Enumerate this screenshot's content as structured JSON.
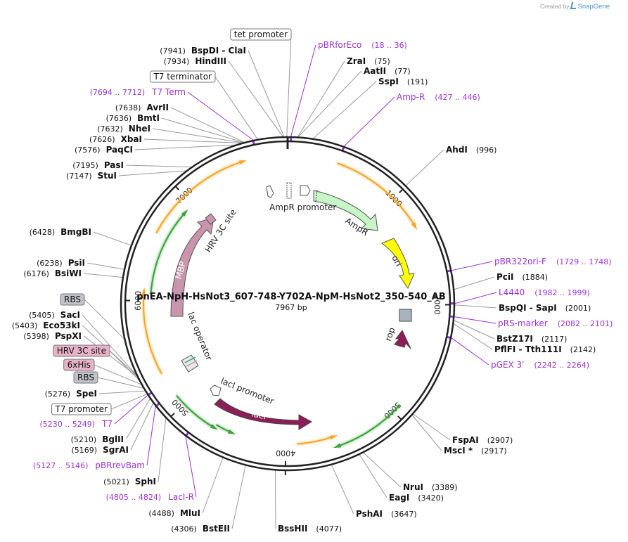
{
  "branding": {
    "created_by": "Created by",
    "app_name": "SnapGene"
  },
  "plasmid": {
    "name": "pnEA-NpH-HsNot3_607-748-Y702A-NpM-HsNot2_350-540_AB",
    "size_label": "7967 bp",
    "length": 7967
  },
  "colors": {
    "purple": "#9b30d9",
    "backbone": "#222222",
    "leader": "#888888",
    "ampr": "#c8f5c8",
    "ori": "#ffff00",
    "laci": "#8b1e57",
    "mbp": "#c994ad",
    "rop": "#8b1e57",
    "orange_primer": "#f5a623",
    "green_primer": "#3aa33a"
  },
  "tick_labels": [
    "1000",
    "2000",
    "3000",
    "4000",
    "5000",
    "6000",
    "7000"
  ],
  "enzymes": [
    {
      "name": "ZraI",
      "pos": "(75)"
    },
    {
      "name": "AatII",
      "pos": "(77)"
    },
    {
      "name": "SspI",
      "pos": "(191)"
    },
    {
      "name": "AhdI",
      "pos": "(996)"
    },
    {
      "name": "PciI",
      "pos": "(1884)"
    },
    {
      "name": "BspQI",
      "name2": "SapI",
      "pos": "(2001)"
    },
    {
      "name": "BstZ17I",
      "pos": "(2117)"
    },
    {
      "name": "PflFI",
      "name2": "Tth111I",
      "pos": "(2142)"
    },
    {
      "name": "FspAI",
      "pos": "(2907)"
    },
    {
      "name": "MscI",
      "star": "*",
      "pos": "(2917)"
    },
    {
      "name": "NruI",
      "pos": "(3389)"
    },
    {
      "name": "EagI",
      "pos": "(3420)"
    },
    {
      "name": "PshAI",
      "pos": "(3647)"
    },
    {
      "name": "BssHII",
      "pos": "(4077)"
    },
    {
      "name": "BstEII",
      "pos": "(4306)"
    },
    {
      "name": "MluI",
      "pos": "(4488)"
    },
    {
      "name": "SphI",
      "pos": "(5021)"
    },
    {
      "name": "SgrAI",
      "pos": "(5169)"
    },
    {
      "name": "BglII",
      "pos": "(5210)"
    },
    {
      "name": "SpeI",
      "pos": "(5276)"
    },
    {
      "name": "PspXI",
      "pos": "(5398)"
    },
    {
      "name": "Eco53kI",
      "pos": "(5403)"
    },
    {
      "name": "SacI",
      "pos": "(5405)"
    },
    {
      "name": "BsiWI",
      "pos": "(6176)"
    },
    {
      "name": "PsiI",
      "pos": "(6238)"
    },
    {
      "name": "BmgBI",
      "pos": "(6428)"
    },
    {
      "name": "StuI",
      "pos": "(7147)"
    },
    {
      "name": "PasI",
      "pos": "(7195)"
    },
    {
      "name": "PaqCI",
      "pos": "(7576)"
    },
    {
      "name": "XbaI",
      "pos": "(7626)"
    },
    {
      "name": "NheI",
      "pos": "(7632)"
    },
    {
      "name": "BmtI",
      "pos": "(7636)"
    },
    {
      "name": "AvrII",
      "pos": "(7638)"
    },
    {
      "name": "HindIII",
      "pos": "(7934)"
    },
    {
      "name": "BspDI",
      "name2": "ClaI",
      "pos": "(7941)"
    }
  ],
  "primers": [
    {
      "name": "pBRforEco",
      "range": "(18 .. 36)"
    },
    {
      "name": "Amp-R",
      "range": "(427 .. 446)"
    },
    {
      "name": "pBR322ori-F",
      "range": "(1729 .. 1748)"
    },
    {
      "name": "L4440",
      "range": "(1982 .. 1999)"
    },
    {
      "name": "pRS-marker",
      "range": "(2082 .. 2101)"
    },
    {
      "name": "pGEX 3'",
      "range": "(2242 .. 2264)"
    },
    {
      "name": "LacI-R",
      "range": "(4805 .. 4824)"
    },
    {
      "name": "pBRrevBam",
      "range": "(5127 .. 5146)"
    },
    {
      "name": "T7",
      "range": "(5230 .. 5249)"
    },
    {
      "name": "T7 Term",
      "range": "(7694 .. 7712)"
    }
  ],
  "boxed_labels": [
    {
      "name": "tet promoter"
    },
    {
      "name": "T7 terminator"
    },
    {
      "name": "RBS"
    },
    {
      "name": "HRV 3C site"
    },
    {
      "name": "6xHis"
    },
    {
      "name": "RBS"
    },
    {
      "name": "T7 promoter"
    }
  ],
  "inner_features": {
    "ampr_promoter": "AmpR promoter",
    "ampr": "AmpR",
    "ori": "ori",
    "rop": "rop",
    "laci_promoter": "lacI promoter",
    "laci": "lacI",
    "lac_operator": "lac operator",
    "mbp": "MBP",
    "hrv3c": "HRV 3C site"
  }
}
